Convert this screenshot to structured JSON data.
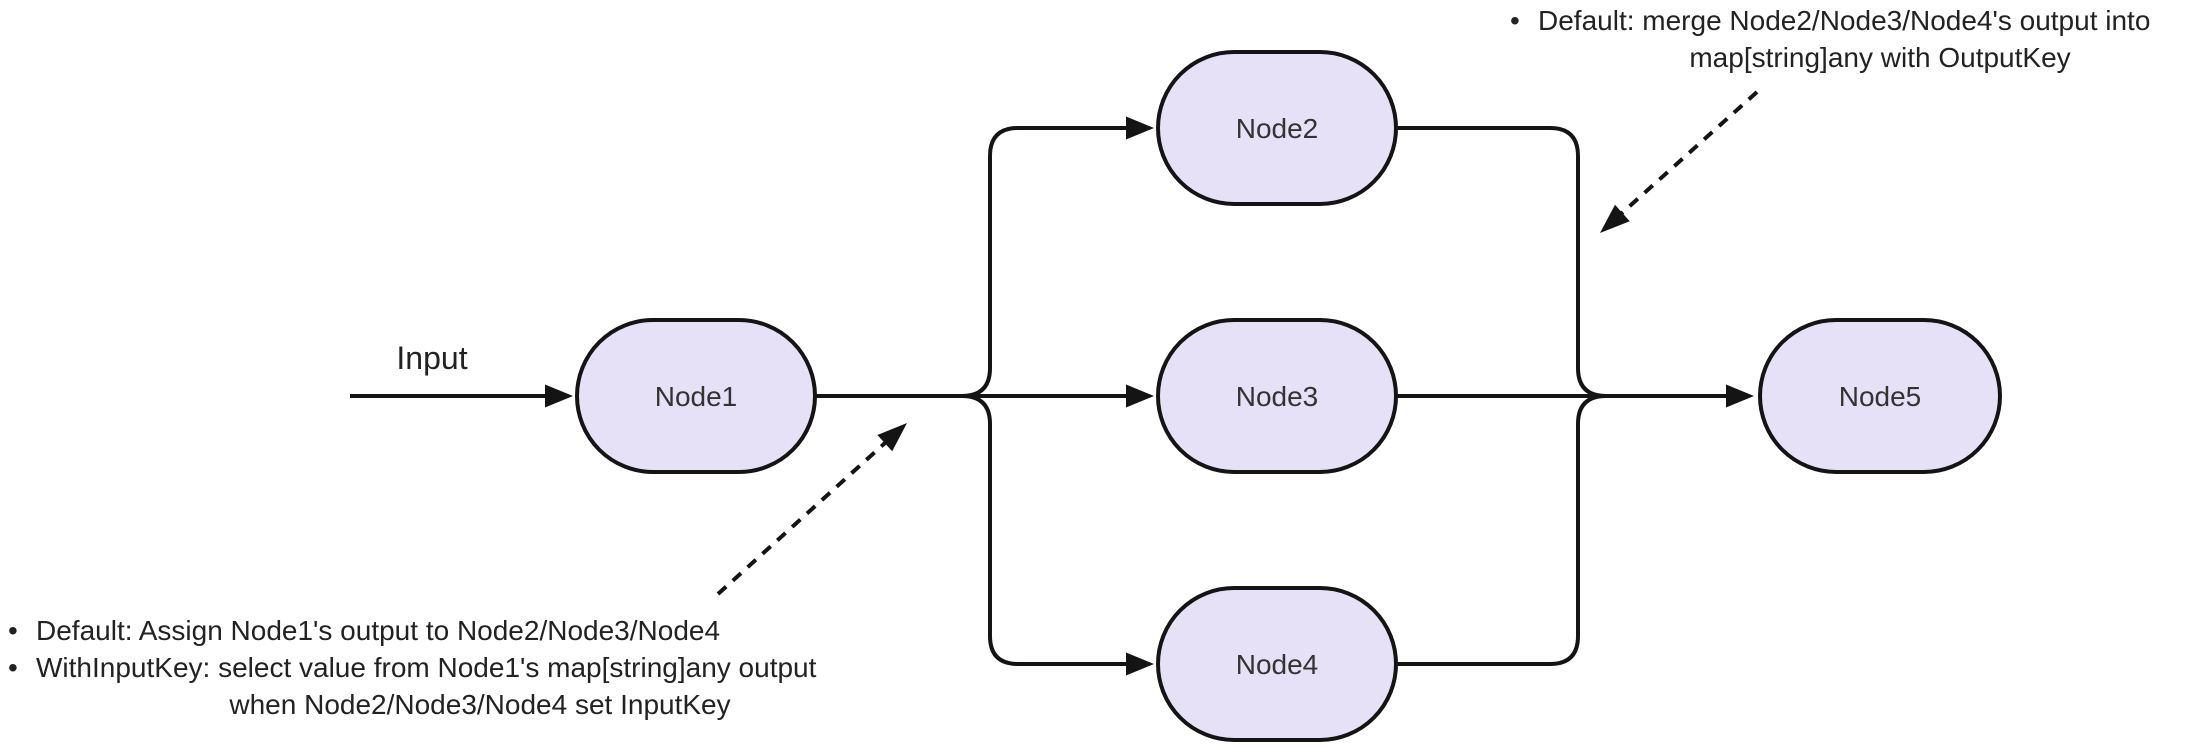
{
  "diagram": {
    "input_label": "Input",
    "nodes": [
      {
        "id": "node1",
        "label": "Node1"
      },
      {
        "id": "node2",
        "label": "Node2"
      },
      {
        "id": "node3",
        "label": "Node3"
      },
      {
        "id": "node4",
        "label": "Node4"
      },
      {
        "id": "node5",
        "label": "Node5"
      }
    ],
    "edges": [
      {
        "from": "Input",
        "to": "Node1"
      },
      {
        "from": "Node1",
        "to": "Node2"
      },
      {
        "from": "Node1",
        "to": "Node3"
      },
      {
        "from": "Node1",
        "to": "Node4"
      },
      {
        "from": "Node2",
        "to": "Node5"
      },
      {
        "from": "Node3",
        "to": "Node5"
      },
      {
        "from": "Node4",
        "to": "Node5"
      }
    ],
    "annotations": {
      "merge_note": {
        "marker": "•",
        "line1": "Default: merge Node2/Node3/Node4's output into",
        "line2": "map[string]any with OutputKey"
      },
      "assign_note": {
        "marker1": "•",
        "item1": "Default: Assign Node1's output to Node2/Node3/Node4",
        "marker2": "•",
        "item2_line1": "WithInputKey: select value from Node1's map[string]any output",
        "item2_line2": "when Node2/Node3/Node4 set InputKey"
      }
    },
    "colors": {
      "node_fill": "#e7e1f7",
      "node_border": "#141414",
      "line_color": "#141414",
      "label_color": "#333333",
      "annotation_color": "#222222",
      "bg": "#ffffff"
    }
  }
}
